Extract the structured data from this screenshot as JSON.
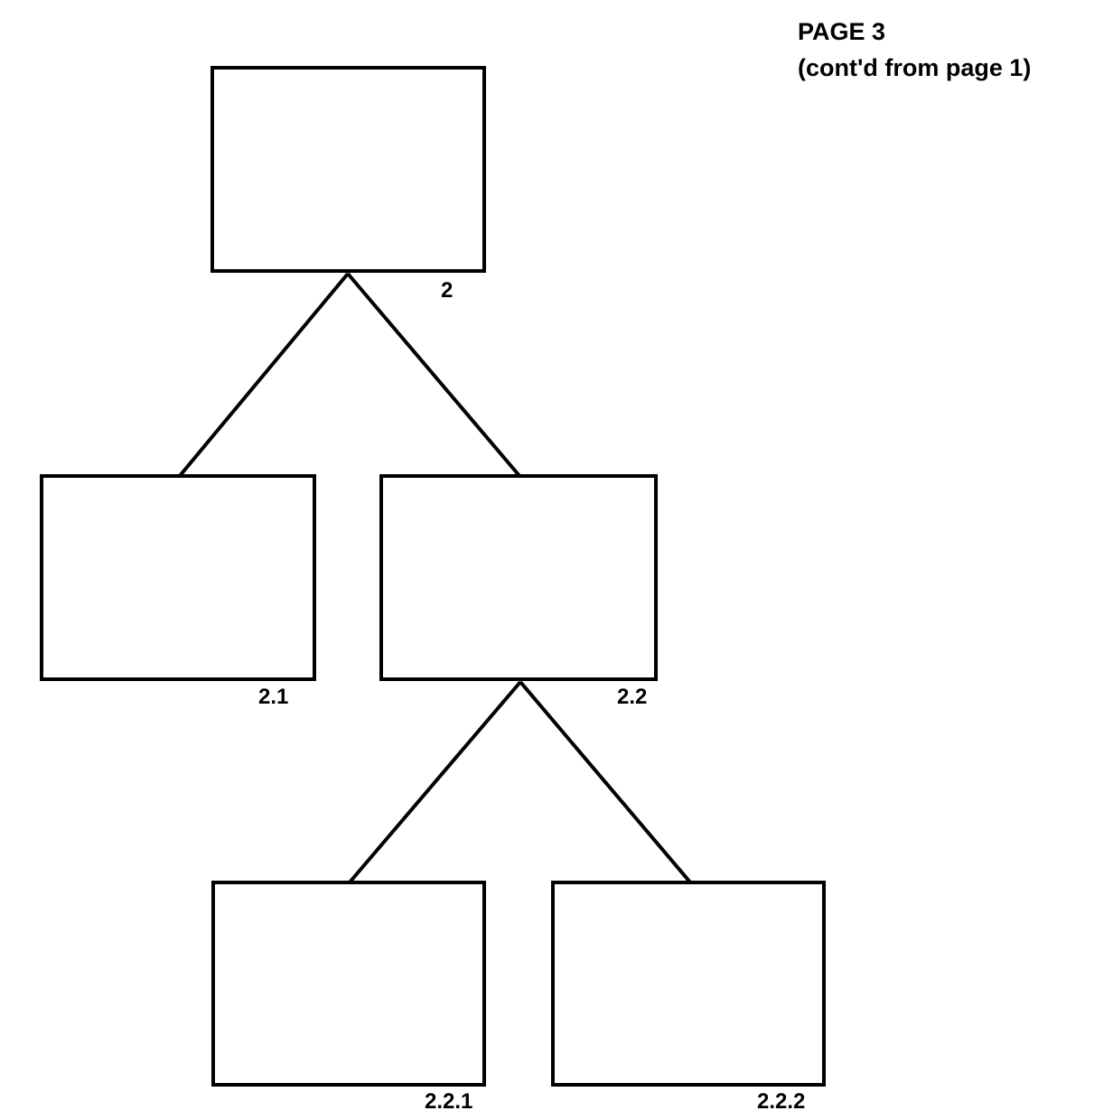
{
  "header": {
    "page": "PAGE 3",
    "continuation": "(cont'd from page 1)"
  },
  "nodes": [
    {
      "id": "2",
      "label": "2"
    },
    {
      "id": "2.1",
      "label": "2.1"
    },
    {
      "id": "2.2",
      "label": "2.2"
    },
    {
      "id": "2.2.1",
      "label": "2.2.1"
    },
    {
      "id": "2.2.2",
      "label": "2.2.2"
    }
  ],
  "edges": [
    {
      "from": "2",
      "to": "2.1"
    },
    {
      "from": "2",
      "to": "2.2"
    },
    {
      "from": "2.2",
      "to": "2.2.1"
    },
    {
      "from": "2.2",
      "to": "2.2.2"
    }
  ]
}
